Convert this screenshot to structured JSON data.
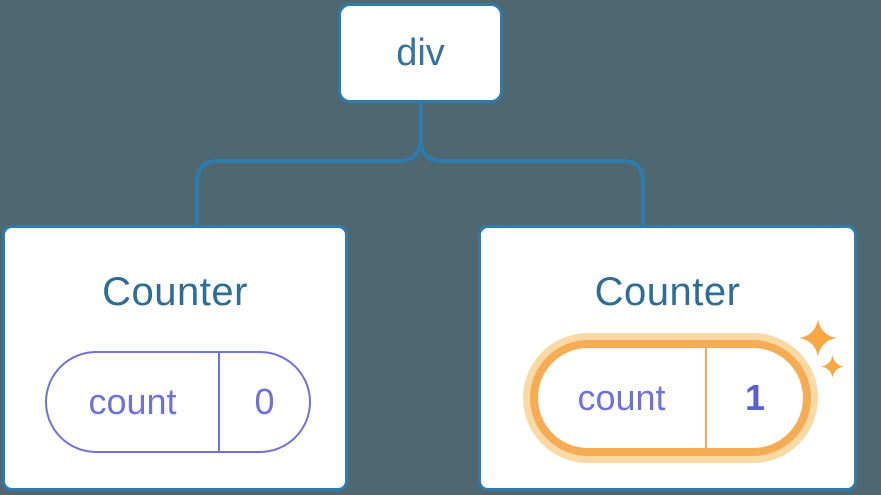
{
  "theme": {
    "background": "#4E6770",
    "connector-blue": "#2E7BAE",
    "node-border": "#2E7BAE",
    "node-text": "#35749E",
    "title-text": "#2E6D96",
    "state-purple": "#6F71DD",
    "state-value-bold": "#5A60D3",
    "highlight-orange": "#F6AC55",
    "highlight-glow": "#FBD9A4",
    "sparkle-orange": "#F7A744",
    "card-bg": "#FFFFFF"
  },
  "tree": {
    "root": {
      "label": "div"
    },
    "children": [
      {
        "title": "Counter",
        "state": {
          "key": "count",
          "value": "0"
        },
        "highlighted": false
      },
      {
        "title": "Counter",
        "state": {
          "key": "count",
          "value": "1"
        },
        "highlighted": true
      }
    ]
  }
}
